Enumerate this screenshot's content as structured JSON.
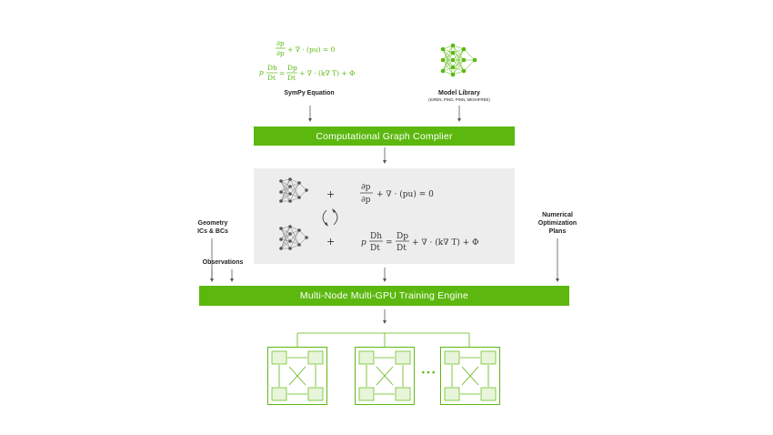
{
  "sympy": {
    "label": "SymPy Equation",
    "eq1": {
      "num": "∂p",
      "den": "∂p",
      "rest": "+ ∇ · (pu) = 0"
    },
    "eq2": {
      "p": "p",
      "n1": "Dh",
      "d1": "Dt",
      "eq": "=",
      "n2": "Dp",
      "d2": "Dt",
      "rest": "+ ∇ · (k∇ T) + Φ"
    }
  },
  "model_library": {
    "label": "Model Library",
    "subtitle": "(KiREN, PINO, PINN, MESHFREE)"
  },
  "compiler": {
    "label": "Computational Graph Complier"
  },
  "graph_panel": {
    "plus1": "+",
    "plus2": "+",
    "eq1": {
      "num": "∂p",
      "den": "∂p",
      "rest": "+ ∇ · (pu) = 0"
    },
    "eq2": {
      "p": "p",
      "n1": "Dh",
      "d1": "Dt",
      "eq": "=",
      "n2": "Dp",
      "d2": "Dt",
      "rest": "+ ∇ · (k∇ T) + Φ"
    }
  },
  "inputs": {
    "geometry": "Geometry",
    "ics": "ICs & BCs",
    "observations": "Observations",
    "numerical": "Numerical",
    "optimization": "Optimization",
    "plans": "Plans"
  },
  "engine": {
    "label": "Multi-Node Multi-GPU Training Engine"
  },
  "nodes": {
    "ellipsis": "• • •"
  },
  "colors": {
    "accent": "#5cb80f",
    "panel": "#ededed",
    "arrow": "#555555"
  }
}
